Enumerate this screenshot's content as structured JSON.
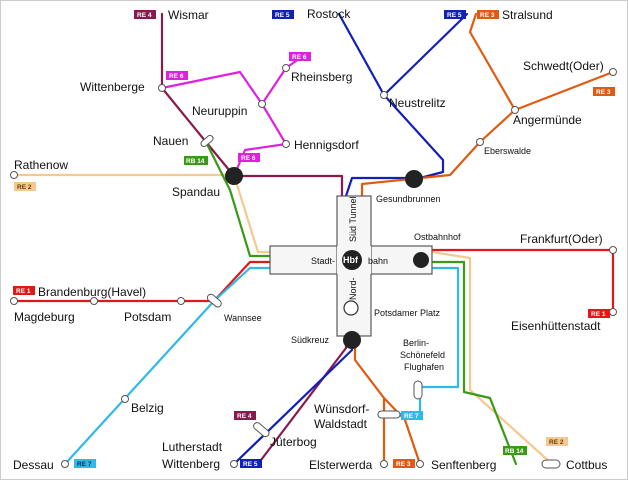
{
  "colors": {
    "RE4": "#8a1a4c",
    "RE5": "#1020b8",
    "RE6": "#e020e0",
    "RE3": "#e05a10",
    "RE2": "#f5c890",
    "RE1": "#e01818",
    "RE7": "#30b8e8",
    "RB14": "#3a9a18",
    "frame": "#5a5a5a"
  },
  "stations": {
    "wismar": "Wismar",
    "rostock": "Rostock",
    "stralsund": "Stralsund",
    "schwedt": "Schwedt(Oder)",
    "wittenberge": "Wittenberge",
    "rheinsberg": "Rheinsberg",
    "neuruppin": "Neuruppin",
    "neustrelitz": "Neustrelitz",
    "angermuende": "Angermünde",
    "nauen": "Nauen",
    "hennigsdorf": "Hennigsdorf",
    "eberswalde": "Eberswalde",
    "rathenow": "Rathenow",
    "spandau": "Spandau",
    "gesundbrunnen": "Gesundbrunnen",
    "ostbahnhof": "Ostbahnhof",
    "frankfurt": "Frankfurt(Oder)",
    "brandenburg": "Brandenburg(Havel)",
    "magdeburg": "Magdeburg",
    "potsdam": "Potsdam",
    "wannsee": "Wannsee",
    "eisenhuettenstadt": "Eisenhüttenstadt",
    "potsdamer_platz": "Potsdamer Platz",
    "suedkreuz": "Südkreuz",
    "schoenefeld_1": "Berlin-",
    "schoenefeld_2": "Schönefeld",
    "schoenefeld_3": "Flughafen",
    "belzig": "Belzig",
    "wuensdorf_1": "Wünsdorf-",
    "wuensdorf_2": "Waldstadt",
    "dessau": "Dessau",
    "lutherstadt_1": "Lutherstadt",
    "lutherstadt_2": "Wittenberg",
    "jueterbog": "Jüterbog",
    "elsterwerda": "Elsterwerda",
    "senftenberg": "Senftenberg",
    "cottbus": "Cottbus"
  },
  "tunnel": {
    "hbf": "Hbf",
    "stadt": "Stadt-",
    "bahn": "bahn",
    "sued_tunnel": "Süd Tunnel",
    "nord": "Nord-"
  },
  "badges": {
    "re4": "RE 4",
    "re5": "RE 5",
    "re6": "RE 6",
    "re3": "RE 3",
    "re2": "RE 2",
    "re1": "RE 1",
    "re7": "RE 7",
    "rb14": "RB 14"
  }
}
